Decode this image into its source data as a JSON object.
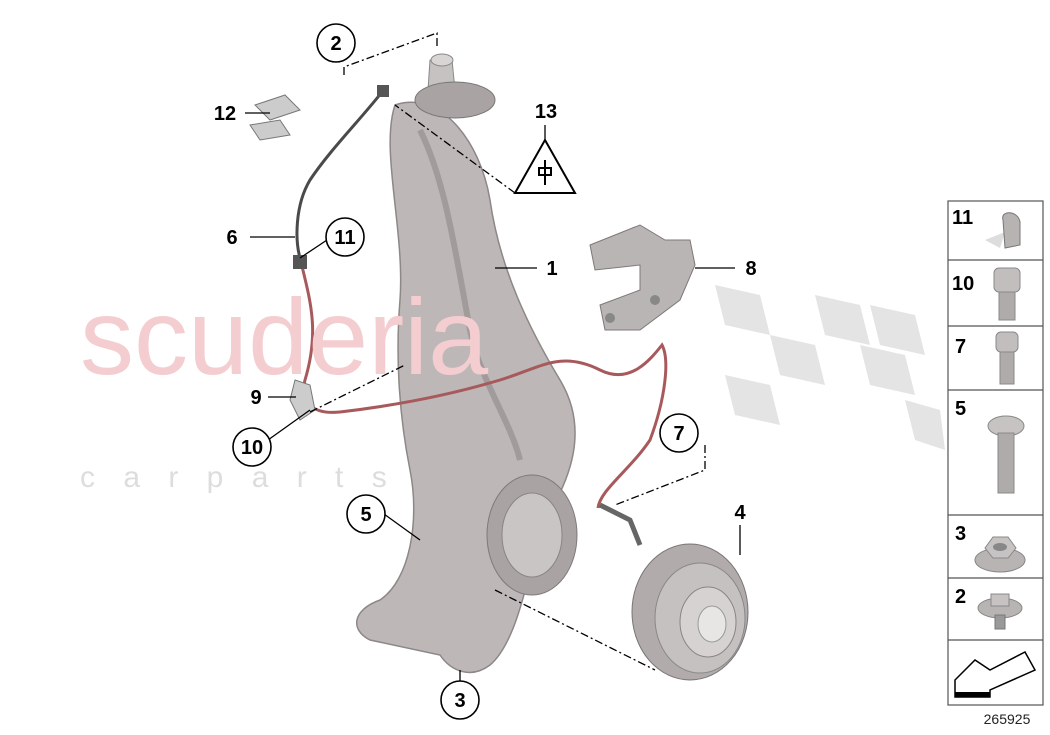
{
  "diagram": {
    "drawing_number": "265925",
    "callouts_circled": [
      {
        "label": "2"
      },
      {
        "label": "11"
      },
      {
        "label": "10"
      },
      {
        "label": "7"
      },
      {
        "label": "5"
      },
      {
        "label": "3"
      }
    ],
    "callouts_plain": [
      {
        "label": "12"
      },
      {
        "label": "13"
      },
      {
        "label": "6"
      },
      {
        "label": "1"
      },
      {
        "label": "8"
      },
      {
        "label": "9"
      },
      {
        "label": "4"
      }
    ],
    "parts_panel": [
      {
        "label": "11",
        "icon": "clip-icon"
      },
      {
        "label": "10",
        "icon": "socket-bolt-icon"
      },
      {
        "label": "7",
        "icon": "socket-bolt-icon"
      },
      {
        "label": "5",
        "icon": "torx-bolt-icon"
      },
      {
        "label": "3",
        "icon": "flange-nut-icon"
      },
      {
        "label": "2",
        "icon": "collar-bolt-icon"
      },
      {
        "label": "",
        "icon": "direction-arrow-icon"
      }
    ]
  },
  "watermark": {
    "line1": "scuderia",
    "line2": "c a r   p a r t s",
    "color": "#f2c4c8"
  },
  "colors": {
    "part_fill": "#b9b4b4",
    "part_shade": "#8e8888",
    "cable": "#4a4a4a",
    "cable_red": "#a8595c"
  }
}
